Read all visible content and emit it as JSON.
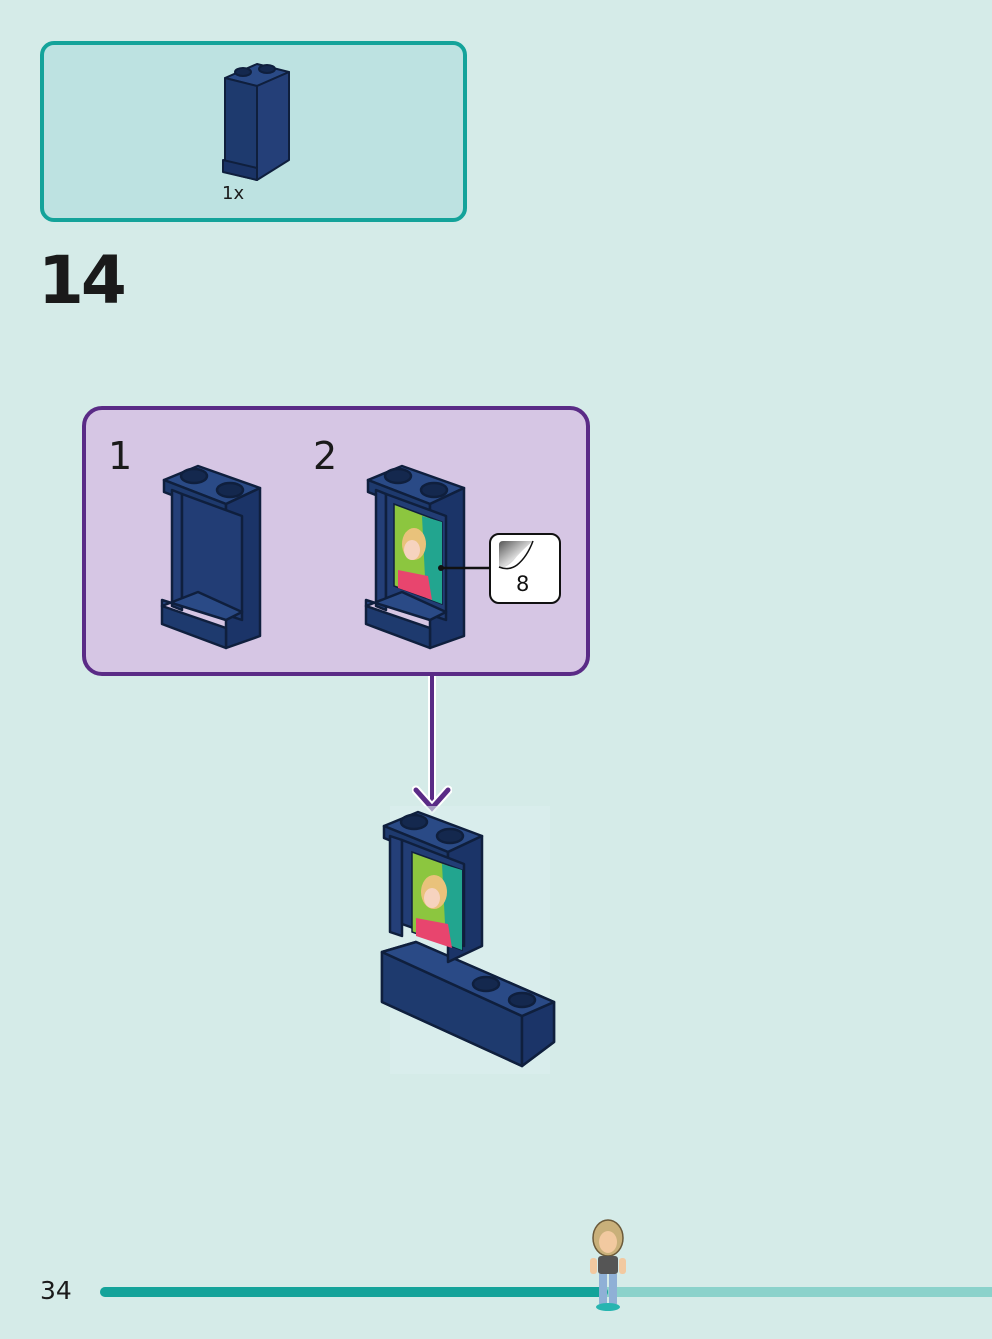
{
  "parts_list": {
    "items": [
      {
        "quantity": "1x",
        "part": "panel-brick-icon",
        "color": "#1e3a6e"
      }
    ]
  },
  "step": {
    "number": "14",
    "substeps": [
      {
        "number": "1"
      },
      {
        "number": "2"
      }
    ],
    "sticker": {
      "number": "8"
    }
  },
  "footer": {
    "page_number": "34",
    "progress_fraction": 0.57
  },
  "colors": {
    "background": "#d5ebe8",
    "parts_border": "#14a39a",
    "parts_fill": "#bde2e1",
    "substep_border": "#5a2b86",
    "substep_fill": "#d6c6e4",
    "brick": "#1e3a6e",
    "progress_fill": "#14a39a",
    "progress_track": "#8bd2cb"
  }
}
